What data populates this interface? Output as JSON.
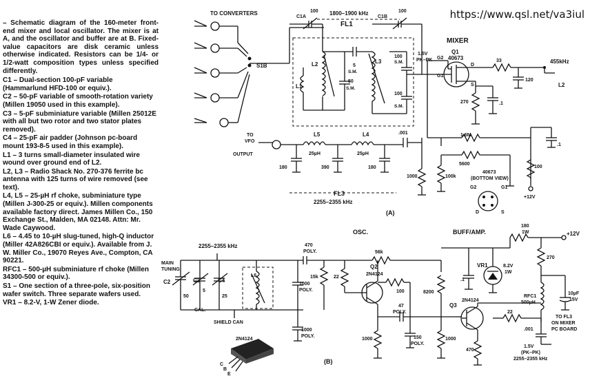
{
  "watermark": "https://www.qsl.net/va3iul",
  "caption": {
    "intro": "– Schematic diagram of the 160-meter front-end mixer and local oscillator. The mixer is at A, and the oscillator and buffer are at B. Fixed-value capacitors are disk ceramic unless otherwise indicated. Resistors can be 1/4- or 1/2-watt composition types unless specified differently.",
    "parts": [
      {
        "ref": "C1",
        "text": "– Dual-section 100-pF variable (Hammarlund HFD-100 or equiv.)."
      },
      {
        "ref": "C2",
        "text": "– 50-pF variable of smooth-rotation variety (Millen 19050 used in this example)."
      },
      {
        "ref": "C3",
        "text": "– 5-pF subminiature variable (Millen 25012E with all but two rotor and two stator plates removed)."
      },
      {
        "ref": "C4",
        "text": "– 25-pF air padder (Johnson pc-board mount 193-8-5 used in this example)."
      },
      {
        "ref": "L1",
        "text": "– 3 turns small-diameter insulated wire wound over ground end of L2."
      },
      {
        "ref": "L2, L3",
        "text": "– Radio Shack No. 270-376 ferrite bc antenna with 125 turns of wire removed (see text)."
      },
      {
        "ref": "L4, L5",
        "text": "– 25-µH rf choke, subminiature type (Millen J-300-25 or equiv.). Millen components available factory direct. James Millen Co., 150 Exchange St., Malden, MA 02148. Attn: Mr. Wade Caywood."
      },
      {
        "ref": "L6",
        "text": "– 4.45 to 10-µH slug-tuned, high-Q inductor (Miller 42A826CBI or equiv.). Available from J. W. Miller Co., 19070 Reyes Ave., Compton, CA 90221."
      },
      {
        "ref": "RFC1",
        "text": "– 500-µH subminiature rf choke (Millen 34300-500 or equiv.)."
      },
      {
        "ref": "S1",
        "text": "– One section of a three-pole, six-position wafer switch. Three separate wafers used."
      },
      {
        "ref": "VR1",
        "text": "– 8.2-V, 1-W Zener diode."
      }
    ]
  },
  "schematic_a": {
    "to_converters": "TO CONVERTERS",
    "s1b": "S1B",
    "c1a": "C1A",
    "c1a_val": "100",
    "c1b": "C1B",
    "c1b_val": "100",
    "freq_range": "1800–1900 kHz",
    "fl1": "FL1",
    "l1": "L1",
    "l2": "L2",
    "l3": "L3",
    "cap5": "5",
    "cap5_type": "S.M.",
    "cap50": "50",
    "cap50_type": "S.M.",
    "cap100a": "100",
    "cap100a_type": "S.M.",
    "cap100b": "100",
    "cap100b_type": "S.M.",
    "mixer": "MIXER",
    "q1": "Q1",
    "q1_type": "40673",
    "g1": "G1",
    "g2": "G2",
    "d": "D",
    "s": "S",
    "lo_level": "1.5V",
    "lo_level2": "PK–PK",
    "r33": "33",
    "c120": "120",
    "if_out": "455kHz",
    "l2_out": "L2",
    "r270": "270",
    "c_pt1a": ".1",
    "c_pt001": ".001",
    "c_pt1b": ".1",
    "r1_6m": "1.6M",
    "r5600": "5600",
    "r100": "100",
    "r100k": "100k",
    "r1000": "1000",
    "supply": "+12V",
    "to_vfo": "TO",
    "to_vfo2": "VFO",
    "to_vfo3": "OUTPUT",
    "l5": "L5",
    "l5_val": "25µH",
    "l4": "L4",
    "l4_val": "25µH",
    "c180a": "180",
    "c390": "390",
    "c180b": "180",
    "fl3": "FL3",
    "fl3_range": "2255–2355 kHz",
    "bottom_type": "40673",
    "bottom_view": "(BOTTOM VIEW)",
    "pin_g2": "G2",
    "pin_g1": "G1",
    "pin_d": "D",
    "pin_s": "S",
    "label": "(A)"
  },
  "schematic_b": {
    "osc": "OSC.",
    "buff": "BUFF/AMP.",
    "freq": "2255–2355 kHz",
    "main_tuning": "MAIN",
    "main_tuning2": "TUNING",
    "c2": "C2",
    "c2_val": "50",
    "c3": "C3",
    "c3_val": "5",
    "c4": "C4",
    "c4_val": "25",
    "cal": "CAL.",
    "l6": "L6",
    "shield": "SHIELD CAN",
    "c470": "470",
    "c470_type": "POLY.",
    "r15k": "15k",
    "c1000a": "1000",
    "c1000a_type": "POLY.",
    "c1000b": "1000",
    "c1000b_type": "POLY.",
    "r22a": "22",
    "q2": "Q2",
    "q2_type": "2N4124",
    "r56k": "56k",
    "r100": "100",
    "r8200": "8200",
    "c47": "47",
    "c47_type": "POLY.",
    "c150": "150",
    "c150_type": "POLY.",
    "r1000a": "1000",
    "r1000b": "1000",
    "c_pt1": ".1",
    "vr1": "VR1",
    "vr1_val": "8.2V",
    "vr1_val2": "1W",
    "r180": "180",
    "r180_val": "1W",
    "supply": "+12V",
    "r270": "270",
    "rfc1": "RFC1",
    "rfc1_val": "500µH",
    "c10u": "10µF",
    "c10u_val": "15V",
    "q3": "Q3",
    "q3_type": "2N4124",
    "r22b": "22",
    "c001": ".001",
    "r470": "470",
    "out_level": "1.5V",
    "out_level2": "(PK–PK)",
    "out_freq": "2255–2355 kHz",
    "to_fl3": "TO FL3",
    "to_fl3b": "ON MIXER",
    "to_fl3c": "PC BOARD",
    "pkg": "2N4124",
    "pin_c": "C",
    "pin_b": "B",
    "pin_e": "E",
    "label": "(B)"
  }
}
